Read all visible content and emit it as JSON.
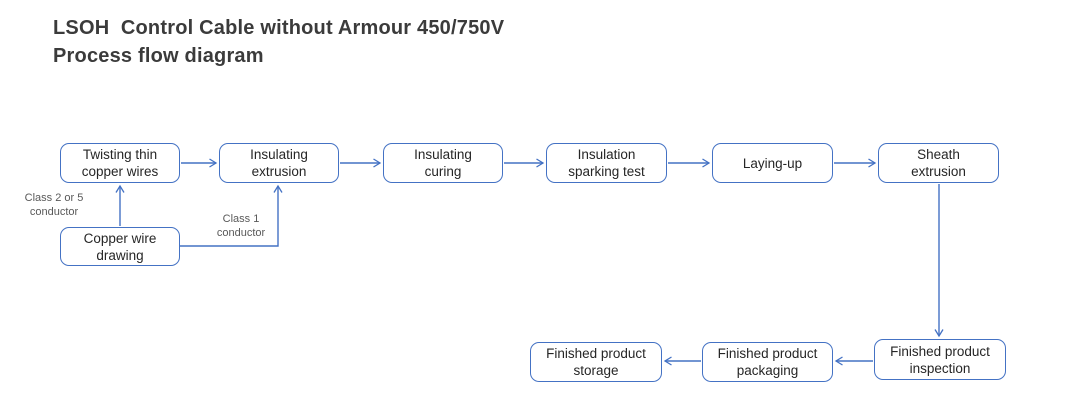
{
  "title": {
    "line1": "LSOH  Control Cable without Armour 450/750V",
    "line2": "Process flow diagram"
  },
  "nodes": {
    "twisting": "Twisting thin copper wires",
    "insulating_extrusion": "Insulating extrusion",
    "insulating_curing": "Insulating curing",
    "sparking_test": "Insulation sparking test",
    "laying_up": "Laying-up",
    "sheath_extrusion": "Sheath extrusion",
    "copper_wire_drawing": "Copper wire drawing",
    "inspection": "Finished product inspection",
    "packaging": "Finished product packaging",
    "storage": "Finished product storage"
  },
  "edge_labels": {
    "class_2_or_5": "Class 2 or 5 conductor",
    "class_1": "Class 1 conductor"
  },
  "flow_order": [
    "Copper wire drawing",
    "Twisting thin copper wires (Class 2 or 5 conductor) / Insulating extrusion (Class 1 conductor)",
    "Insulating extrusion",
    "Insulating curing",
    "Insulation sparking test",
    "Laying-up",
    "Sheath extrusion",
    "Finished product inspection",
    "Finished product packaging",
    "Finished product storage"
  ],
  "colors": {
    "accent": "#4472c4",
    "node_text": "#262626",
    "title_text": "#3b3b3b",
    "label_text": "#595959",
    "background": "#ffffff"
  }
}
